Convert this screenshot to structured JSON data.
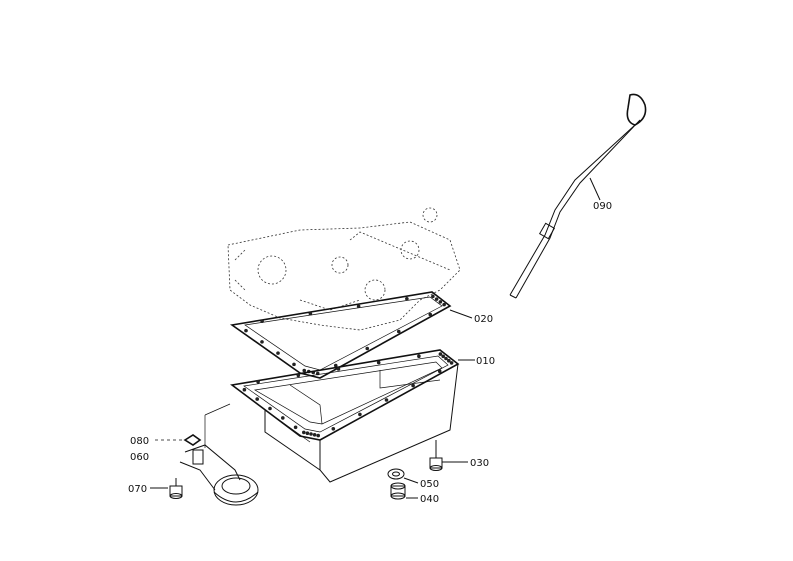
{
  "parts": [
    {
      "id": "oil-pan",
      "label": "010"
    },
    {
      "id": "gasket",
      "label": "020"
    },
    {
      "id": "bolt-upper",
      "label": "030"
    },
    {
      "id": "drain-plug",
      "label": "040"
    },
    {
      "id": "drain-washer",
      "label": "050"
    },
    {
      "id": "strainer",
      "label": "060"
    },
    {
      "id": "strainer-bolt",
      "label": "070"
    },
    {
      "id": "o-ring",
      "label": "080"
    },
    {
      "id": "dipstick",
      "label": "090"
    }
  ]
}
